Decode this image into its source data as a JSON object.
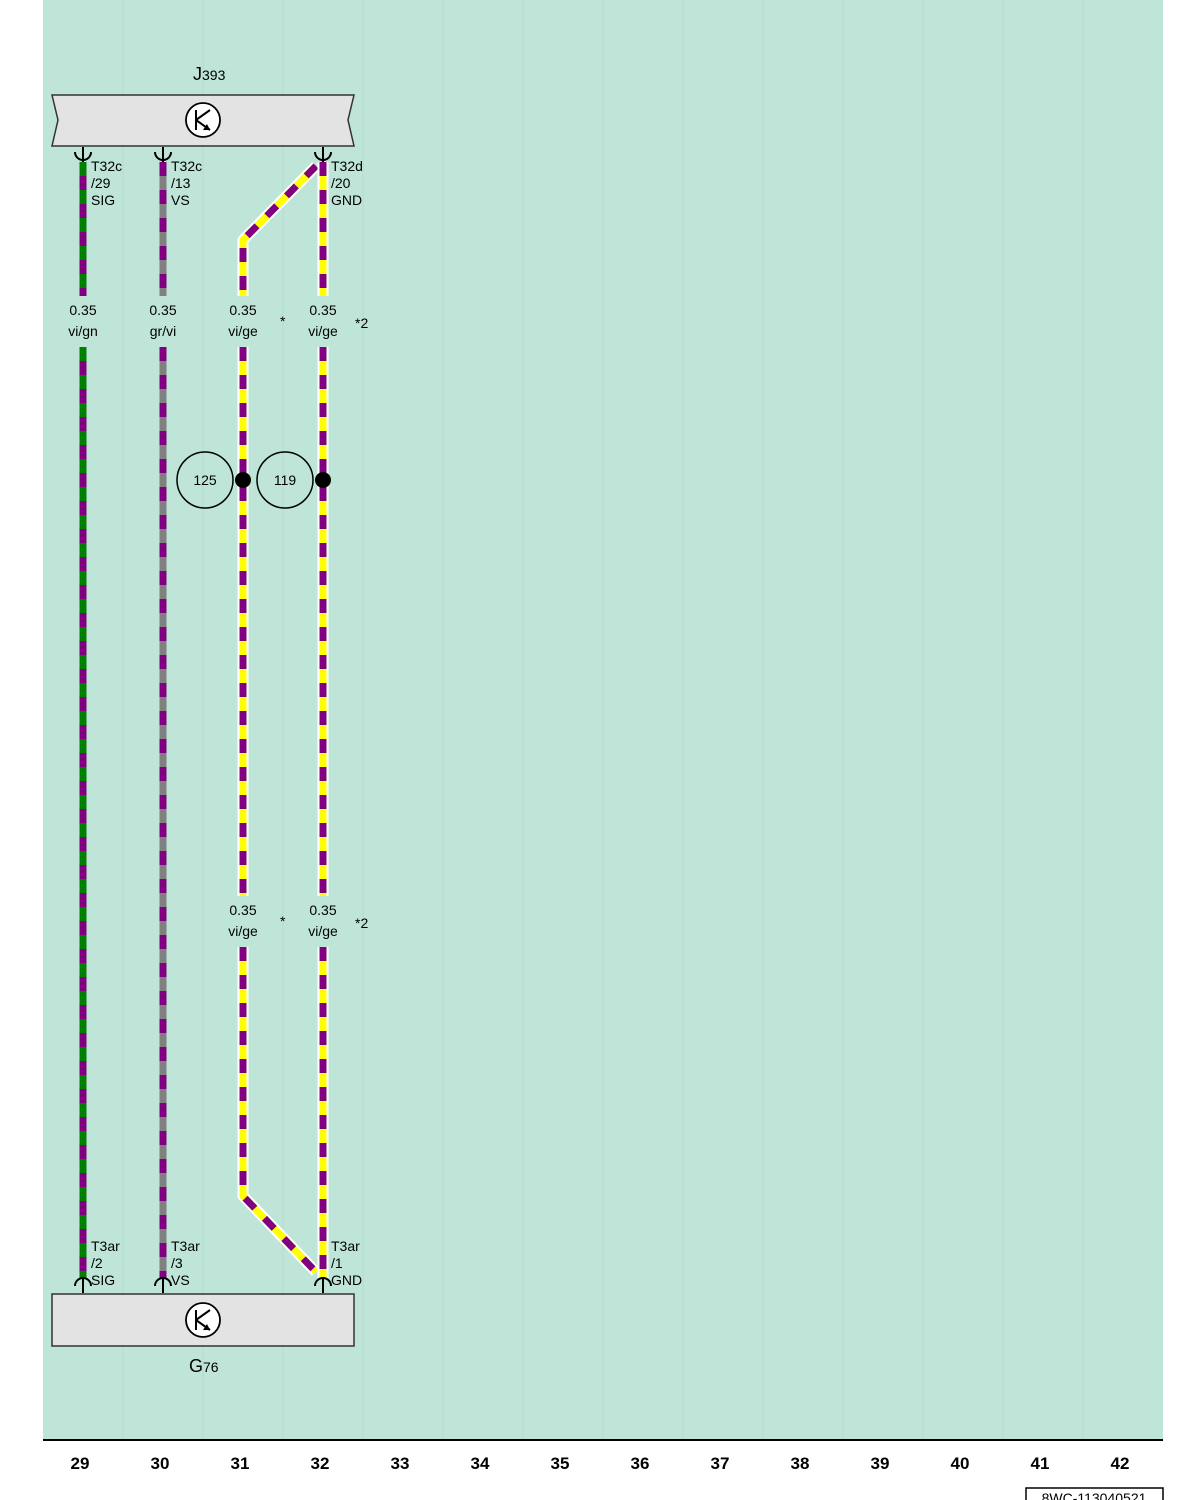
{
  "colors": {
    "background": "#bfe5d8",
    "component_fill": "#e3e3e3",
    "violet": "#800080",
    "green": "#008000",
    "grey": "#808080",
    "yellow": "#ffff00"
  },
  "components": {
    "top": {
      "letter": "J",
      "number": "393",
      "icon": "sensor-transistor-icon"
    },
    "bottom": {
      "letter": "G",
      "number": "76",
      "icon": "sensor-transistor-icon"
    }
  },
  "top_pins": [
    {
      "connector": "T32c",
      "pin": "/29",
      "signal": "SIG"
    },
    {
      "connector": "T32c",
      "pin": "/13",
      "signal": "VS"
    },
    {
      "connector": "T32d",
      "pin": "/20",
      "signal": "GND"
    }
  ],
  "bottom_pins": [
    {
      "connector": "T3ar",
      "pin": "/2",
      "signal": "SIG"
    },
    {
      "connector": "T3ar",
      "pin": "/3",
      "signal": "VS"
    },
    {
      "connector": "T3ar",
      "pin": "/1",
      "signal": "GND"
    }
  ],
  "wire_labels_upper": [
    {
      "size": "0.35",
      "color": "vi/gn",
      "note": ""
    },
    {
      "size": "0.35",
      "color": "gr/vi",
      "note": ""
    },
    {
      "size": "0.35",
      "color": "vi/ge",
      "note": "*"
    },
    {
      "size": "0.35",
      "color": "vi/ge",
      "note": "*2"
    }
  ],
  "wire_labels_lower": [
    {
      "size": "0.35",
      "color": "vi/ge",
      "note": "*"
    },
    {
      "size": "0.35",
      "color": "vi/ge",
      "note": "*2"
    }
  ],
  "splices": [
    "125",
    "119"
  ],
  "axis": {
    "columns": [
      "29",
      "30",
      "31",
      "32",
      "33",
      "34",
      "35",
      "36",
      "37",
      "38",
      "39",
      "40",
      "41",
      "42"
    ]
  },
  "document_id": "8WC-113040521"
}
